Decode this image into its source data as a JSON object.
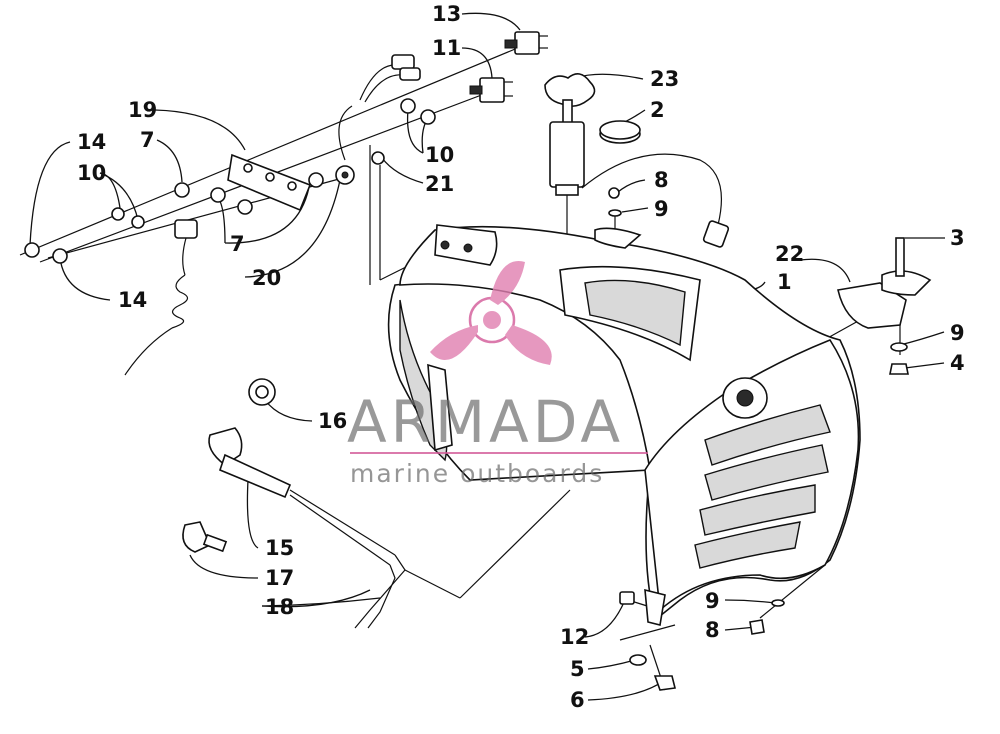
{
  "watermark": {
    "brand": "ARMADA",
    "tagline": "marine outboards",
    "accent_color": "#d35a98"
  },
  "callouts": [
    {
      "id": "c13",
      "label": "13"
    },
    {
      "id": "c11",
      "label": "11"
    },
    {
      "id": "c23",
      "label": "23"
    },
    {
      "id": "c2",
      "label": "2"
    },
    {
      "id": "c19",
      "label": "19"
    },
    {
      "id": "c7a",
      "label": "7"
    },
    {
      "id": "c14a",
      "label": "14"
    },
    {
      "id": "c10a",
      "label": "10"
    },
    {
      "id": "c10b",
      "label": "10"
    },
    {
      "id": "c21",
      "label": "21"
    },
    {
      "id": "c8a",
      "label": "8"
    },
    {
      "id": "c9a",
      "label": "9"
    },
    {
      "id": "c3",
      "label": "3"
    },
    {
      "id": "c22",
      "label": "22"
    },
    {
      "id": "c1",
      "label": "1"
    },
    {
      "id": "c9b",
      "label": "9"
    },
    {
      "id": "c4",
      "label": "4"
    },
    {
      "id": "c7b",
      "label": "7"
    },
    {
      "id": "c20",
      "label": "20"
    },
    {
      "id": "c14b",
      "label": "14"
    },
    {
      "id": "c16",
      "label": "16"
    },
    {
      "id": "c15",
      "label": "15"
    },
    {
      "id": "c17",
      "label": "17"
    },
    {
      "id": "c18",
      "label": "18"
    },
    {
      "id": "c12",
      "label": "12"
    },
    {
      "id": "c9c",
      "label": "9"
    },
    {
      "id": "c8b",
      "label": "8"
    },
    {
      "id": "c5",
      "label": "5"
    },
    {
      "id": "c6",
      "label": "6"
    }
  ]
}
